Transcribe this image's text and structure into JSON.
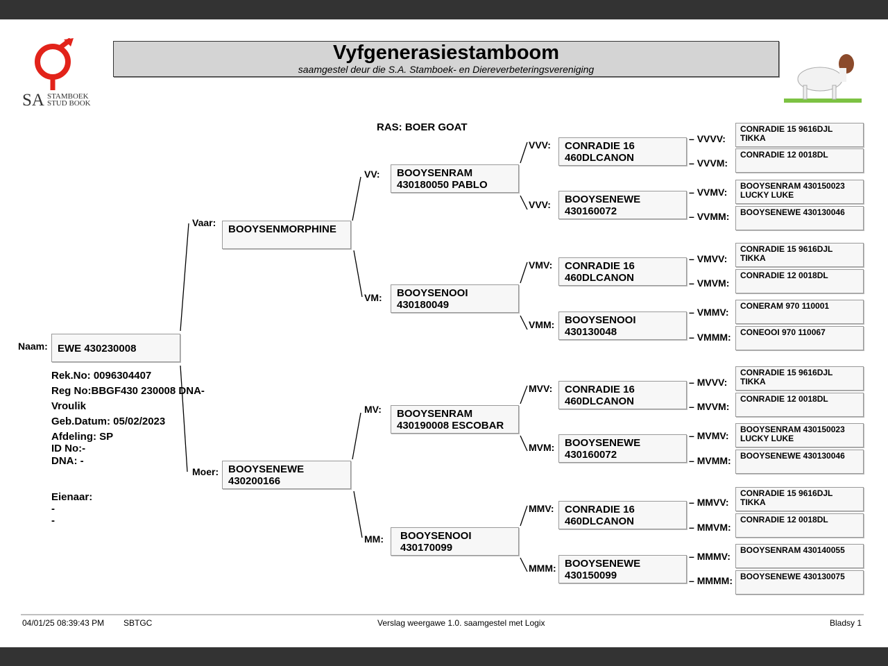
{
  "header": {
    "title": "Vyfgenerasiestamboom",
    "subtitle": "saamgestel deur die S.A. Stamboek- en Diereverbeteringsvereniging"
  },
  "logo": {
    "sa": "SA",
    "line1": "STAMBOEK",
    "line2": "STUD BOOK",
    "color": "#e2231a"
  },
  "breed": "RAS: BOER GOAT",
  "subject": {
    "label": "Naam:",
    "name": "EWE 430230008"
  },
  "details": {
    "rek": "Rek.No: 0096304407",
    "reg": "Reg No:BBGF430 230008 DNA-",
    "sex": "Vroulik",
    "dob": "Geb.Datum: 05/02/2023",
    "afdeling": "Afdeling: SP",
    "id": "ID No:-",
    "dna": "DNA: -",
    "owner_label": "Eienaar:",
    "owner1": "-",
    "owner2": "-"
  },
  "gen1": [
    {
      "label": "Vaar:",
      "name": "BOOYSENMORPHINE"
    },
    {
      "label": "Moer:",
      "name": "BOOYSENEWE\n430200166"
    }
  ],
  "gen2": [
    {
      "label": "VV:",
      "name": "BOOYSENRAM\n430180050 PABLO"
    },
    {
      "label": "VM:",
      "name": "BOOYSENOOI\n430180049"
    },
    {
      "label": "MV:",
      "name": "BOOYSENRAM\n430190008 ESCOBAR"
    },
    {
      "label": "MM:",
      "name": "BOOYSENOOI\n430170099"
    }
  ],
  "gen3": [
    {
      "label": "VVV:",
      "name": "CONRADIE 16\n460DLCANON"
    },
    {
      "label": "VVV:",
      "name": "BOOYSENEWE\n430160072"
    },
    {
      "label": "VMV:",
      "name": "CONRADIE 16\n460DLCANON"
    },
    {
      "label": "VMM:",
      "name": "BOOYSENOOI\n430130048"
    },
    {
      "label": "MVV:",
      "name": "CONRADIE 16\n460DLCANON"
    },
    {
      "label": "MVM:",
      "name": "BOOYSENEWE\n430160072"
    },
    {
      "label": "MMV:",
      "name": "CONRADIE 16\n460DLCANON"
    },
    {
      "label": "MMM:",
      "name": "BOOYSENEWE\n430150099"
    }
  ],
  "gen4": [
    {
      "label": "VVVV:",
      "name": "CONRADIE 15 9616DJL TIKKA"
    },
    {
      "label": "VVVM:",
      "name": "CONRADIE 12 0018DL"
    },
    {
      "label": "VVMV:",
      "name": "BOOYSENRAM 430150023\nLUCKY LUKE"
    },
    {
      "label": "VVMM:",
      "name": "BOOYSENEWE 430130046"
    },
    {
      "label": "VMVV:",
      "name": "CONRADIE 15 9616DJL TIKKA"
    },
    {
      "label": "VMVM:",
      "name": "CONRADIE 12 0018DL"
    },
    {
      "label": "VMMV:",
      "name": "CONERAM 970 110001"
    },
    {
      "label": "VMMM:",
      "name": "CONEOOI 970 110067"
    },
    {
      "label": "MVVV:",
      "name": "CONRADIE 15 9616DJL TIKKA"
    },
    {
      "label": "MVVM:",
      "name": "CONRADIE 12 0018DL"
    },
    {
      "label": "MVMV:",
      "name": "BOOYSENRAM 430150023\nLUCKY LUKE"
    },
    {
      "label": "MVMM:",
      "name": "BOOYSENEWE 430130046"
    },
    {
      "label": "MMVV:",
      "name": "CONRADIE 15 9616DJL TIKKA"
    },
    {
      "label": "MMVM:",
      "name": "CONRADIE 12 0018DL"
    },
    {
      "label": "MMMV:",
      "name": "BOOYSENRAM 430140055"
    },
    {
      "label": "MMMM:",
      "name": "BOOYSENEWE 430130075"
    }
  ],
  "footer": {
    "datetime": "04/01/25 08:39:43 PM",
    "code": "SBTGC",
    "version": "Verslag weergawe 1.0. saamgestel met Logix",
    "page": "Bladsy 1"
  }
}
